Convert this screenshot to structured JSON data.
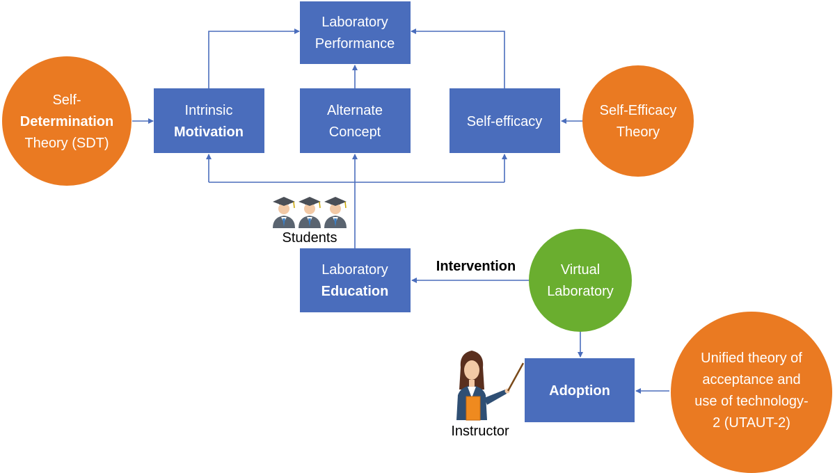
{
  "colors": {
    "box": "#4a6dbc",
    "theory_circle": "#ea7a22",
    "virtual_lab_circle": "#6aae2f",
    "arrow": "#4a6dbc"
  },
  "boxes": {
    "lab_performance": {
      "line1": "Laboratory",
      "line2": "Performance"
    },
    "intrinsic_motivation": {
      "line1": "Intrinsic",
      "line2": "Motivation"
    },
    "alternate_concept": {
      "line1": "Alternate",
      "line2": "Concept"
    },
    "self_efficacy": {
      "line1": "Self-efficacy"
    },
    "lab_education": {
      "line1": "Laboratory",
      "line2": "Education"
    },
    "adoption": {
      "line1": "Adoption"
    }
  },
  "circles": {
    "sdt": {
      "line1": "Self-",
      "line2": "Determination",
      "line3": "Theory (SDT)"
    },
    "set": {
      "line1": "Self-Efficacy",
      "line2": "Theory"
    },
    "virtual_lab": {
      "line1": "Virtual",
      "line2": "Laboratory"
    },
    "utaut": {
      "line1": "Unified theory of",
      "line2": "acceptance and",
      "line3": "use of technology-",
      "line4": "2 (UTAUT-2)"
    }
  },
  "labels": {
    "intervention": "Intervention",
    "students": "Students",
    "instructor": "Instructor"
  },
  "icons": {
    "students": "graduate-students-icon",
    "instructor": "teacher-with-pointer-icon"
  }
}
